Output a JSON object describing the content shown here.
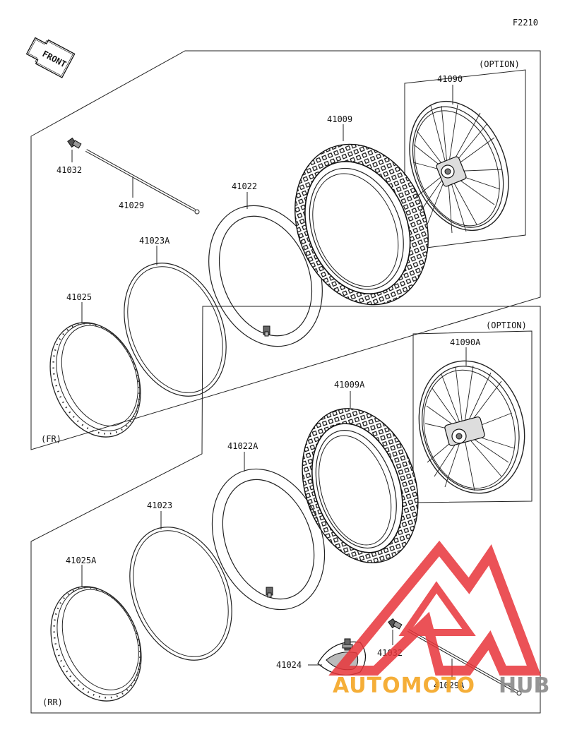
{
  "diagram": {
    "code": "F2210",
    "front_label": "FRONT",
    "front_panel": {
      "section": "(FR)",
      "option": "(OPTION)",
      "parts": {
        "valve": "41032",
        "spoke": "41029",
        "tube": "41022",
        "rim_band": "41023A",
        "rim": "41025",
        "tire": "41009",
        "wheel": "41090"
      }
    },
    "rear_panel": {
      "section": "(RR)",
      "option": "(OPTION)",
      "parts": {
        "tube": "41022A",
        "rim_band": "41023",
        "rim": "41025A",
        "tire": "41009A",
        "wheel": "41090A",
        "valve": "41032",
        "spoke": "41029A",
        "bead_lock": "41024"
      }
    },
    "watermark": {
      "brand_orange": "AUTOMOTO",
      "brand_gray": "HUB",
      "colors": {
        "red": "#e8353a",
        "orange": "#f5a623",
        "gray": "#8a8a8a"
      }
    }
  }
}
